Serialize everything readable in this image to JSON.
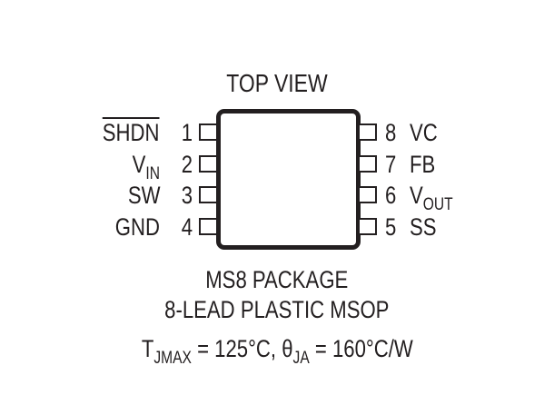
{
  "diagram": {
    "title": "TOP VIEW",
    "package": {
      "line1": "MS8 PACKAGE",
      "line2": "8-LEAD PLASTIC MSOP"
    },
    "thermal": {
      "tj_symbol": "T",
      "tj_sub": "JMAX",
      "tj_value": " = 125°C, ",
      "theta_symbol": "θ",
      "theta_sub": "JA",
      "theta_value": " = 160°C/W"
    },
    "pins_left": [
      {
        "number": "1",
        "name": "SHDN",
        "sub": "",
        "overline": true
      },
      {
        "number": "2",
        "name": "V",
        "sub": "IN",
        "overline": false
      },
      {
        "number": "3",
        "name": "SW",
        "sub": "",
        "overline": false
      },
      {
        "number": "4",
        "name": "GND",
        "sub": "",
        "overline": false
      }
    ],
    "pins_right": [
      {
        "number": "8",
        "name": "VC",
        "sub": "",
        "overline": false
      },
      {
        "number": "7",
        "name": "FB",
        "sub": "",
        "overline": false
      },
      {
        "number": "6",
        "name": "V",
        "sub": "OUT",
        "overline": false
      },
      {
        "number": "5",
        "name": "SS",
        "sub": "",
        "overline": false
      }
    ],
    "colors": {
      "ink": "#231f20",
      "background": "#ffffff"
    }
  }
}
